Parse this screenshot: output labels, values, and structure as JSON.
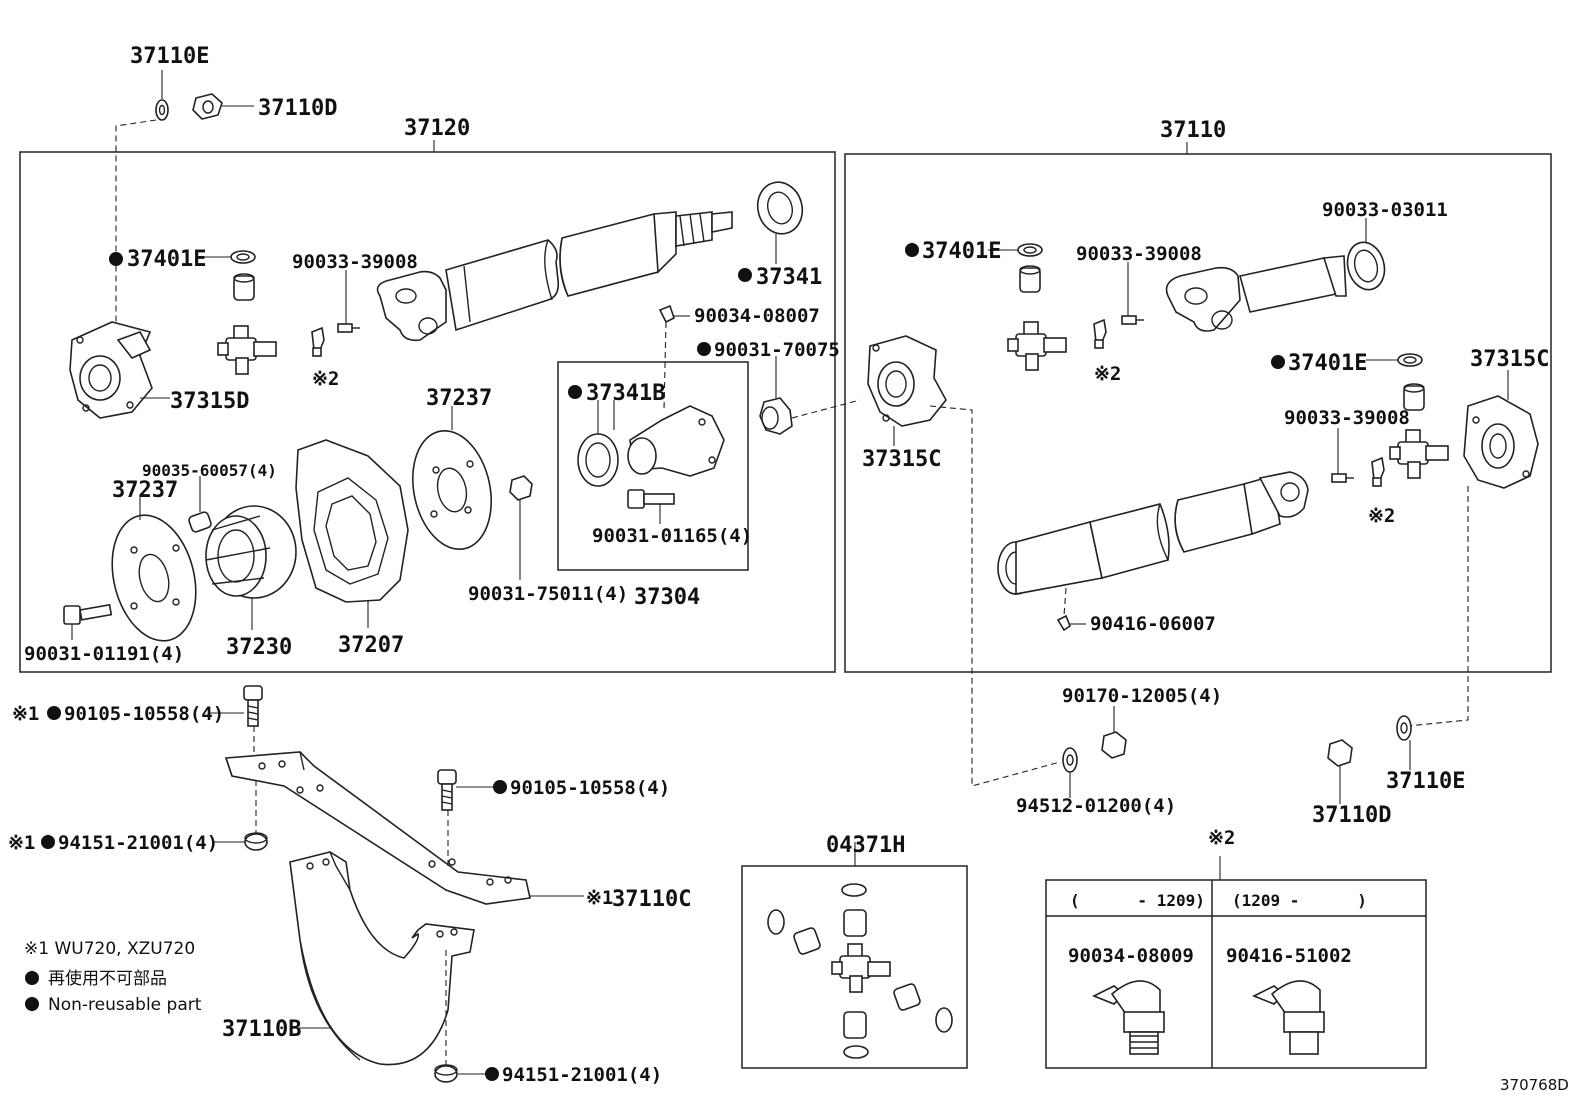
{
  "labels": {
    "p37110E_top": "37110E",
    "p37110D_top": "37110D",
    "p37120": "37120",
    "p37110": "37110",
    "p37401E_left": "37401E",
    "p90033_39008_a": "90033-39008",
    "p37341": "37341",
    "p90034_08007": "90034-08007",
    "p90031_70075": "90031-70075",
    "p37341B": "37341B",
    "p37315D": "37315D",
    "note2_a": "※2",
    "p37237_right": "37237",
    "p90035_60057": "90035-60057(4)",
    "p37237_left": "37237",
    "p90031_01165": "90031-01165(4)",
    "p90031_75011": "90031-75011(4)",
    "p37304": "37304",
    "p90031_01191": "90031-01191(4)",
    "p37230": "37230",
    "p37207": "37207",
    "p37401E_right1": "37401E",
    "p90033_39008_b": "90033-39008",
    "p90033_03011": "90033-03011",
    "note2_b": "※2",
    "p37401E_right2": "37401E",
    "p37315C_right": "37315C",
    "p37315C_mid": "37315C",
    "p90033_39008_c": "90033-39008",
    "note2_c": "※2",
    "p90416_06007": "90416-06007",
    "p90105_10558_a_prefix": "※1",
    "p90105_10558_a": "90105-10558(4)",
    "p90105_10558_b": "90105-10558(4)",
    "p94151_21001_a_prefix": "※1",
    "p94151_21001_a": "94151-21001(4)",
    "p37110C_prefix": "※1",
    "p37110C": "37110C",
    "p37110B": "37110B",
    "p94151_21001_b": "94151-21001(4)",
    "p90170_12005": "90170-12005(4)",
    "p94512_01200": "94512-01200(4)",
    "p37110D_bottom": "37110D",
    "p37110E_bottom": "37110E",
    "p04371H": "04371H",
    "note2_d": "※2"
  },
  "legend": {
    "line1": "※1 WU720, XZU720",
    "line2": "再使用不可部品",
    "line3": "Non-reusable part"
  },
  "table": {
    "col1_header": "(      - 1209)",
    "col2_header": "(1209 -      )",
    "col1_part": "90034-08009",
    "col2_part": "90416-51002"
  },
  "reference_code": "370768D"
}
